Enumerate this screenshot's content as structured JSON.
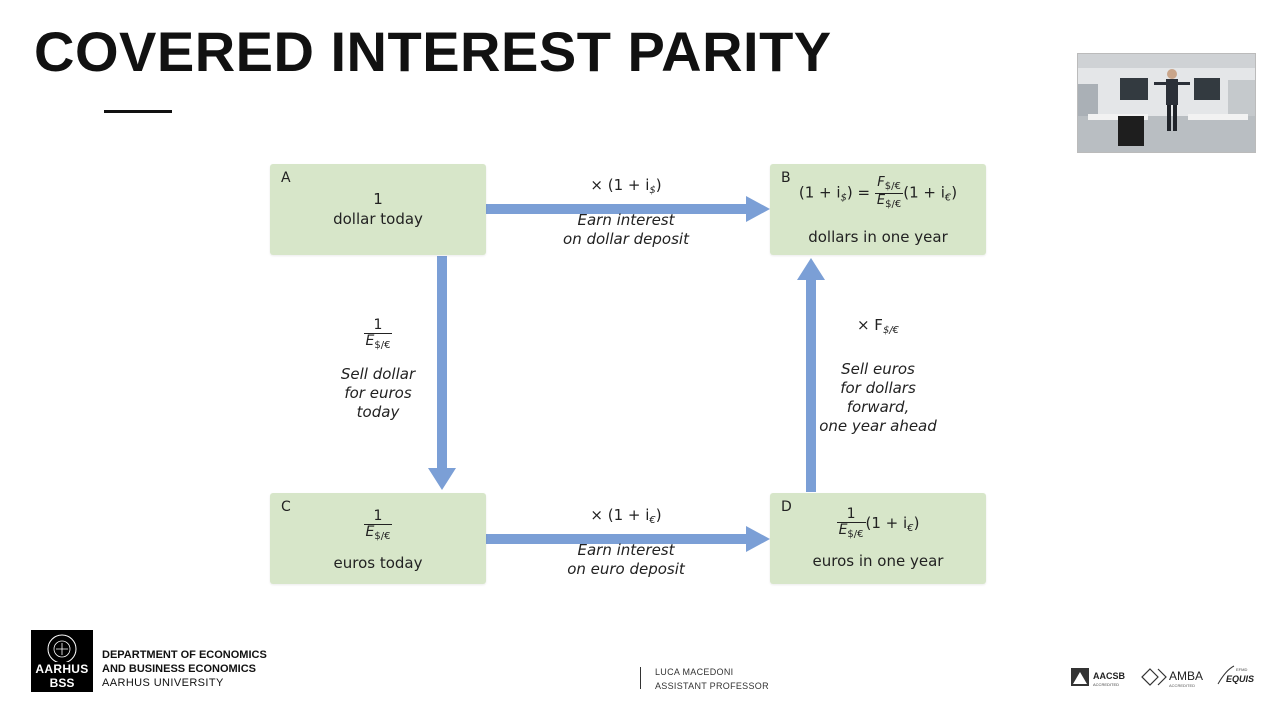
{
  "slide": {
    "title": "COVERED INTEREST PARITY"
  },
  "diagram": {
    "box_a": {
      "letter": "A",
      "line1": "1",
      "line2": "dollar today"
    },
    "box_b": {
      "letter": "B",
      "formula_left": "(1 + i",
      "formula_left_sub": "$",
      "formula_eq": ") =",
      "frac_num": "F",
      "frac_num_sub": "$/€",
      "frac_den": "E",
      "frac_den_sub": "$/€",
      "formula_right": "(1 + i",
      "formula_right_sub": "€",
      "formula_right_close": ")",
      "caption": "dollars in one year"
    },
    "box_c": {
      "letter": "C",
      "frac_num": "1",
      "frac_den": "E",
      "frac_den_sub": "$/€",
      "caption": "euros today"
    },
    "box_d": {
      "letter": "D",
      "frac_num": "1",
      "frac_den": "E",
      "frac_den_sub": "$/€",
      "formula_right": "(1 + i",
      "formula_right_sub": "€",
      "formula_right_close": ")",
      "caption": "euros in one year"
    },
    "arrow_ab": {
      "multiplier": "× (1 + i",
      "multiplier_sub": "$",
      "multiplier_close": ")",
      "line1": "Earn interest",
      "line2": "on dollar deposit"
    },
    "arrow_cd": {
      "multiplier": "× (1 + i",
      "multiplier_sub": "€",
      "multiplier_close": ")",
      "line1": "Earn interest",
      "line2": "on euro deposit"
    },
    "arrow_ac": {
      "frac_num": "1",
      "frac_den": "E",
      "frac_den_sub": "$/€",
      "line1": "Sell dollar",
      "line2": "for euros",
      "line3": "today"
    },
    "arrow_db": {
      "multiplier": "× F",
      "multiplier_sub": "$/€",
      "line1": "Sell euros",
      "line2": "for dollars",
      "line3": "forward,",
      "line4": "one year ahead"
    }
  },
  "footer": {
    "logo_line1": "AARHUS",
    "logo_line2": "BSS",
    "dept_line1": "DEPARTMENT OF ECONOMICS",
    "dept_line2": "AND BUSINESS ECONOMICS",
    "dept_line3": "AARHUS UNIVERSITY",
    "presenter_name": "LUCA MACEDONI",
    "presenter_role": "ASSISTANT PROFESSOR",
    "accreditation_1": "AACSB",
    "accreditation_1_sub": "ACCREDITED",
    "accreditation_2": "AMBA",
    "accreditation_2_sub": "ACCREDITED",
    "accreditation_3": "EQUIS",
    "accreditation_3_sub": "EFMD"
  },
  "colors": {
    "box_fill": "#d7e6c9",
    "arrow": "#7b9fd6",
    "title": "#111111"
  }
}
